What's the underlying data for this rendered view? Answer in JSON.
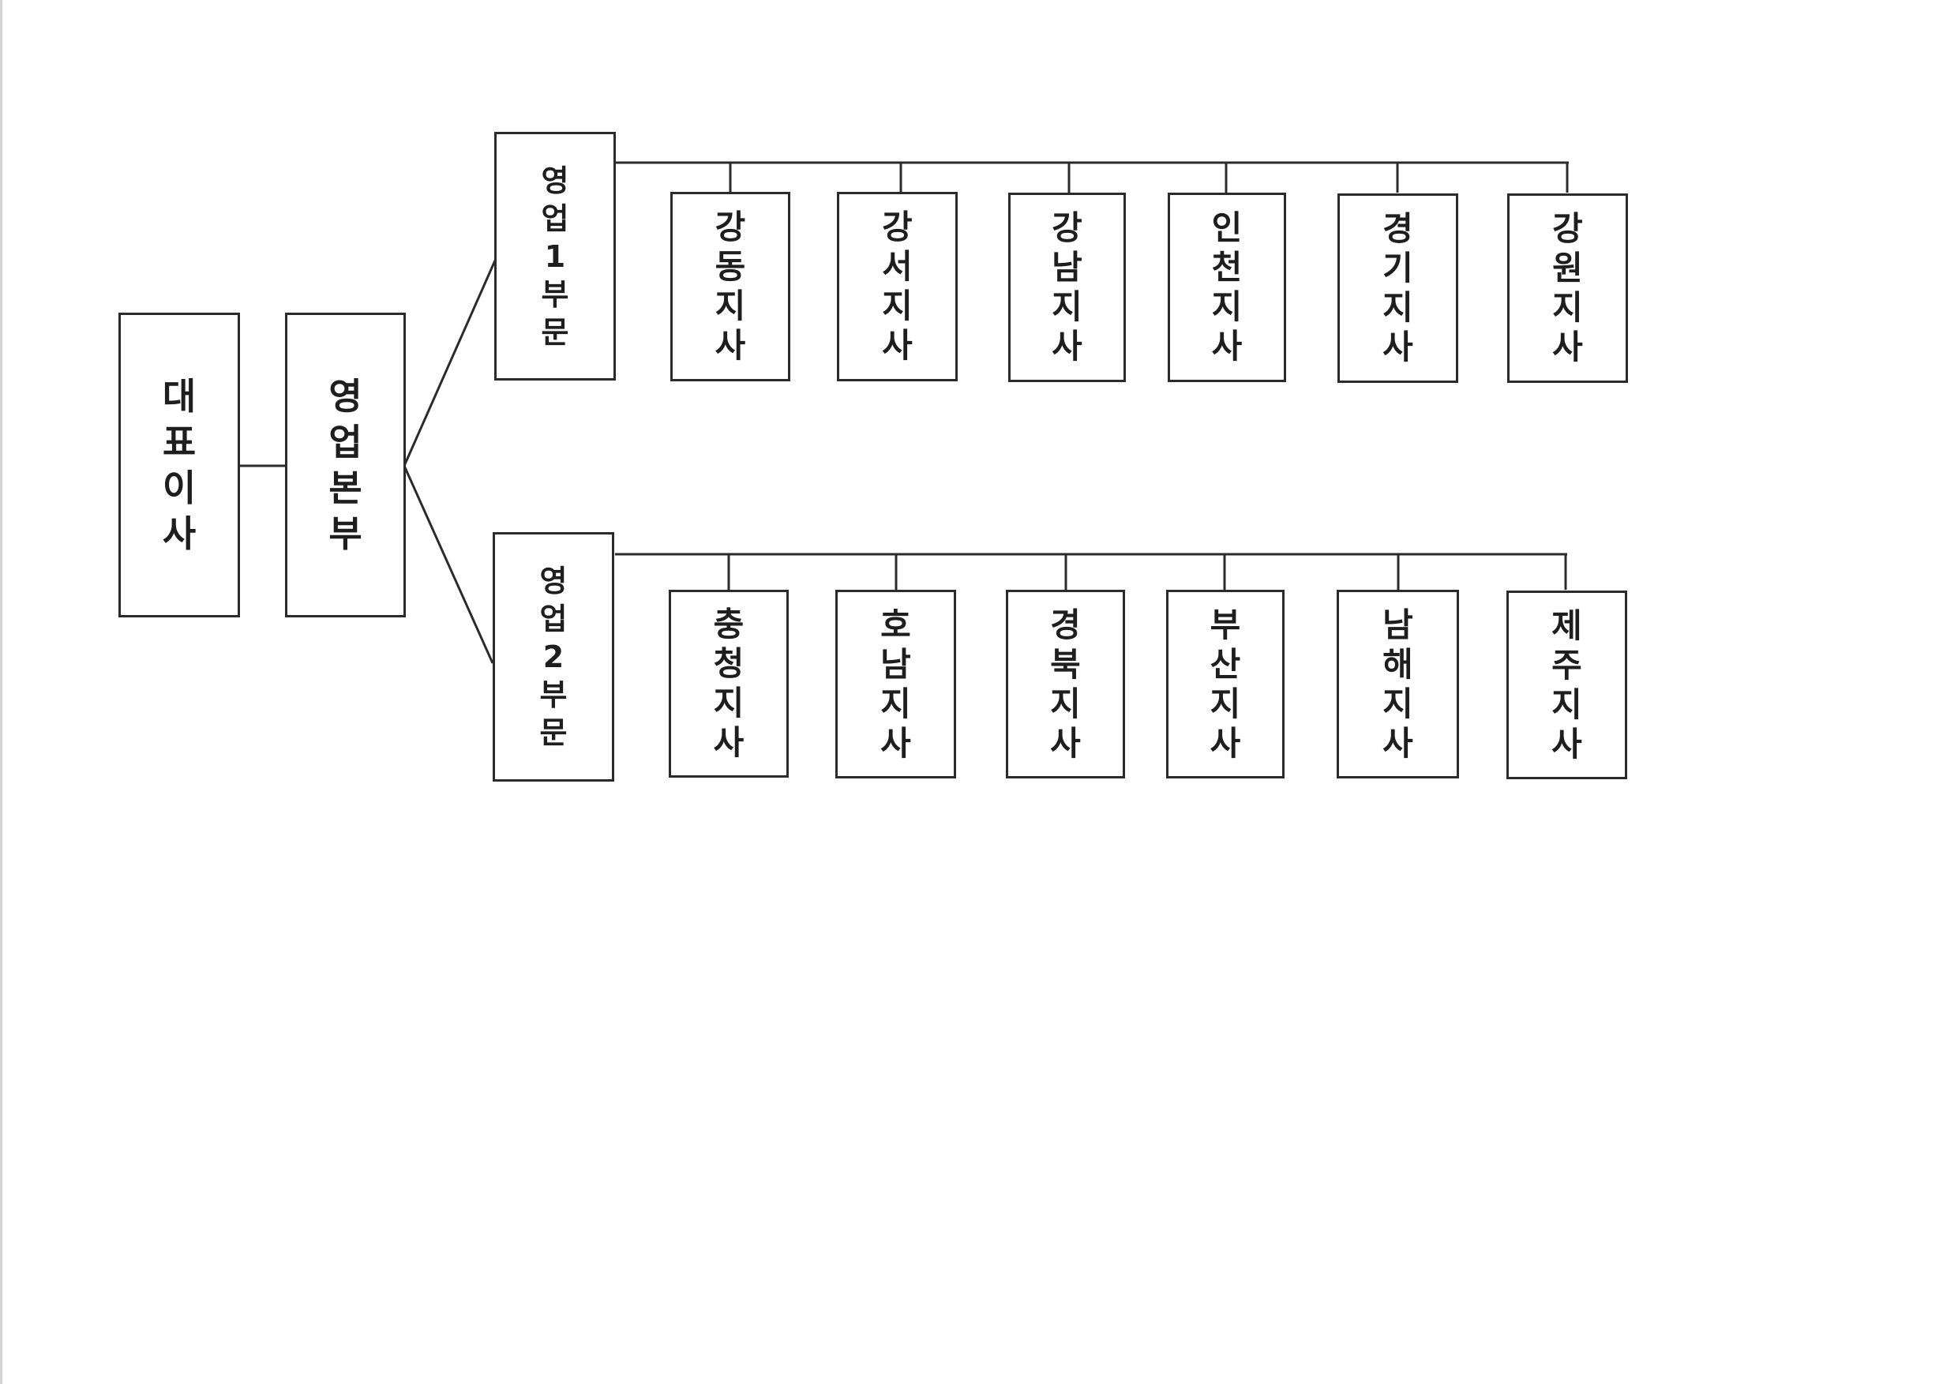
{
  "org_chart": {
    "root": {
      "label": "대표이사",
      "child": {
        "label": "영업본부",
        "divisions": [
          {
            "label": "영업1부문",
            "branches": [
              "강동지사",
              "강서지사",
              "강남지사",
              "인천지사",
              "경기지사",
              "강원지사"
            ]
          },
          {
            "label": "영업2부문",
            "branches": [
              "충청지사",
              "호남지사",
              "경북지사",
              "부산지사",
              "남해지사",
              "제주지사"
            ]
          }
        ]
      }
    }
  },
  "colors": {
    "line": "#2b2b2b",
    "text": "#1e1e1e",
    "background": "#ffffff"
  }
}
